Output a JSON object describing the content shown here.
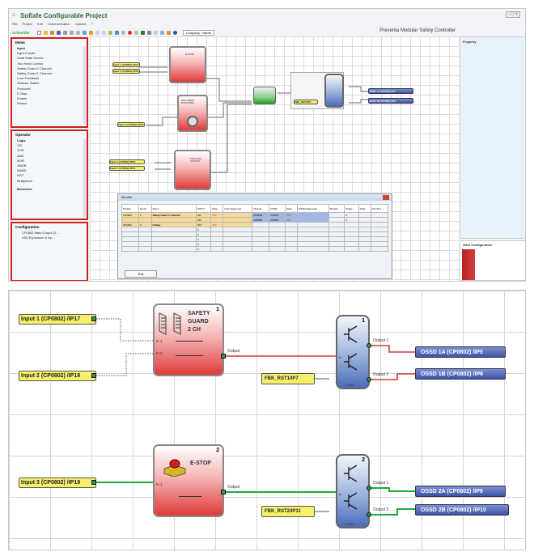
{
  "app": {
    "title": "Sofiafe Configurable Project",
    "window_buttons": "- □ ×",
    "menu": [
      "File",
      "Project",
      "Edit",
      "Communication",
      "Options",
      "?"
    ],
    "brand": "Schneider",
    "company_field": "Company : Name",
    "product_name": "Preventa Modular Safety Controller"
  },
  "left_panels": {
    "items_panel": {
      "header": "Items",
      "section": "Input",
      "items": [
        "Light Curtain",
        "Solid State Device",
        "Two Hand Control",
        "Safety Guard 2 Channel",
        "Safety Guard 1 Channel",
        "Lock Feedback",
        "Selector Switch",
        "Photocell",
        "E-Stop",
        "Enable",
        "Sensor"
      ]
    },
    "operator_panel": {
      "header": "Operator",
      "section": "Logic",
      "items": [
        "OR",
        "XOR",
        "AND",
        "NOR",
        "XNOR",
        "NAND",
        "NOT",
        "Multiplexer"
      ],
      "sub_section": "Memories"
    },
    "config_panel": {
      "header": "Configuration",
      "items": [
        "CP0802  Main 8 Input  (2...",
        "XS0    Expansion 8 Inp..."
      ]
    }
  },
  "right_panels": {
    "property": "Property",
    "hw_config": "Hard Configuration"
  },
  "top_diagram": {
    "inputs": [
      "Input 1 (CP0802) /IP17",
      "Input 2 (CP0802) /IP18",
      "Input 3 (CP0802) /IP19",
      "Input 4 (CP0802) /IP20",
      "Input 5 (CP0802) /IP21"
    ],
    "blocks": [
      "E-STOP",
      "SAFE SPEED MONITORING",
      "TWO HAND CONTROL"
    ],
    "feedback": "FBK_RST1/IP7",
    "outputs": [
      "OSSD 1A (CP0802) /IP5",
      "OSSD 1B (CP0802) /IP6"
    ]
  },
  "monitor_dialog": {
    "title": "Monitor",
    "columns": [
      "Module",
      "Item#",
      "Name",
      "INPUT",
      "State",
      "Input diagnostic",
      "Module",
      "OSSD",
      "State",
      "OSSD diagnostic",
      "Module",
      "Status",
      "State",
      "Out Text"
    ],
    "rows": [
      [
        "CP0802",
        "1",
        "Safety Guard 2 Channel",
        "IN1",
        "OFF",
        "",
        "CP0802",
        "OSSD1",
        "OFF",
        "",
        "",
        "A",
        "",
        ""
      ],
      [
        "",
        "",
        "",
        "IN2",
        "",
        "",
        "CP0802",
        "OSSD2",
        "OFF",
        "",
        "",
        "A",
        "",
        ""
      ],
      [
        "CP0802",
        "2",
        "E-Stop",
        "IN3",
        "OFF",
        "",
        "",
        "",
        "",
        "",
        "",
        "",
        "",
        ""
      ],
      [
        "",
        "",
        "",
        "0",
        "",
        "",
        "",
        "",
        "",
        "",
        "",
        "",
        "",
        ""
      ],
      [
        "",
        "",
        "",
        "0",
        "",
        "",
        "",
        "",
        "",
        "",
        "",
        "",
        "",
        ""
      ],
      [
        "",
        "",
        "",
        "0",
        "",
        "",
        "",
        "",
        "",
        "",
        "",
        "",
        "",
        ""
      ],
      [
        "",
        "",
        "",
        "0",
        "",
        "",
        "",
        "",
        "",
        "",
        "",
        "",
        "",
        ""
      ],
      [
        "",
        "",
        "",
        "0",
        "",
        "",
        "",
        "",
        "",
        "",
        "",
        "",
        "",
        ""
      ]
    ],
    "exit_button": "Exit"
  },
  "bottom_diagram": {
    "inputs": [
      "Input 1 (CP0802) /IP17",
      "Input 2 (CP0802) /IP18",
      "Input 3 (CP0802) /IP19"
    ],
    "safety_guard": {
      "title_lines": [
        "SAFETY",
        "GUARD",
        "2 CH"
      ],
      "number": "1",
      "in1": "In 1",
      "in2": "In 2",
      "output": "Output"
    },
    "estop": {
      "title": "E-STOP",
      "number": "2",
      "in1": "In 1",
      "output": "Output"
    },
    "ossd_blocks": [
      {
        "number": "1",
        "in": "In",
        "out1": "Output 1",
        "out2": "Output 2",
        "label": "OSSD",
        "feedback": "FBK_RST1/IP7",
        "outputs": [
          "OSSD 1A (CP0802) /IP5",
          "OSSD 1B (CP0802) /IP6"
        ]
      },
      {
        "number": "2",
        "in": "In",
        "out1": "Output 1",
        "out2": "Output 2",
        "label": "OSSD",
        "feedback": "FBK_RST2/IP11",
        "outputs": [
          "OSSD 2A (CP0802) /IP9",
          "OSSD 2B (CP0802) /IP10"
        ]
      }
    ],
    "colors": {
      "wire_off": "#d03a3a",
      "wire_on": "#1faa3a",
      "wire_dotted": "#777777"
    }
  }
}
